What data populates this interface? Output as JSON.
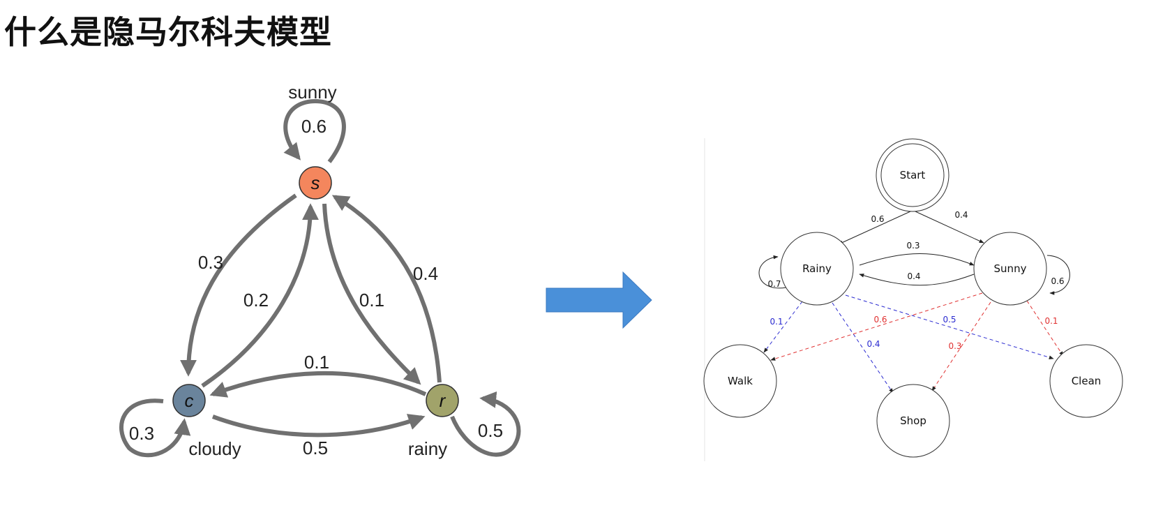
{
  "title": "什么是隐马尔科夫模型",
  "markov_chain": {
    "states": [
      {
        "id": "s",
        "letter": "s",
        "name": "sunny",
        "color": "#f4865d"
      },
      {
        "id": "c",
        "letter": "c",
        "name": "cloudy",
        "color": "#6a849c"
      },
      {
        "id": "r",
        "letter": "r",
        "name": "rainy",
        "color": "#a1a36a"
      }
    ],
    "transitions": [
      {
        "from": "s",
        "to": "s",
        "p": "0.6"
      },
      {
        "from": "s",
        "to": "c",
        "p": "0.3"
      },
      {
        "from": "c",
        "to": "s",
        "p": "0.2"
      },
      {
        "from": "s",
        "to": "r",
        "p": "0.1"
      },
      {
        "from": "r",
        "to": "s",
        "p": "0.4"
      },
      {
        "from": "r",
        "to": "c",
        "p": "0.1"
      },
      {
        "from": "c",
        "to": "r",
        "p": "0.5"
      },
      {
        "from": "c",
        "to": "c",
        "p": "0.3"
      },
      {
        "from": "r",
        "to": "r",
        "p": "0.5"
      }
    ],
    "arrow_color": "#707070"
  },
  "arrow": {
    "color": "#4a90d9"
  },
  "hmm": {
    "nodes": {
      "start": "Start",
      "rainy": "Rainy",
      "sunny": "Sunny",
      "walk": "Walk",
      "shop": "Shop",
      "clean": "Clean"
    },
    "start_probs": {
      "rainy": "0.6",
      "sunny": "0.4"
    },
    "transitions": {
      "rainy_to_sunny": "0.3",
      "sunny_to_rainy": "0.4",
      "rainy_self": "0.7",
      "sunny_self": "0.6"
    },
    "emissions": {
      "rainy": {
        "walk": "0.1",
        "shop": "0.4",
        "clean": "0.5",
        "color": "#2a2ad0"
      },
      "sunny": {
        "walk": "0.6",
        "shop": "0.3",
        "clean": "0.1",
        "color": "#e03030"
      }
    }
  }
}
